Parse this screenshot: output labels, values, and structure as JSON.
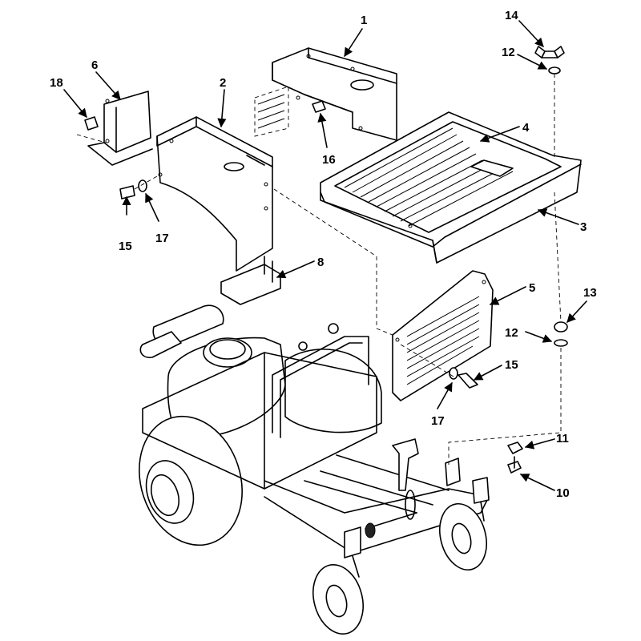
{
  "diagram": {
    "callouts": [
      {
        "id": "c1",
        "label": "1"
      },
      {
        "id": "c2",
        "label": "2"
      },
      {
        "id": "c3",
        "label": "3"
      },
      {
        "id": "c4",
        "label": "4"
      },
      {
        "id": "c5",
        "label": "5"
      },
      {
        "id": "c6",
        "label": "6"
      },
      {
        "id": "c8",
        "label": "8"
      },
      {
        "id": "c10",
        "label": "10"
      },
      {
        "id": "c11",
        "label": "11"
      },
      {
        "id": "c12a",
        "label": "12"
      },
      {
        "id": "c12b",
        "label": "12"
      },
      {
        "id": "c13",
        "label": "13"
      },
      {
        "id": "c14",
        "label": "14"
      },
      {
        "id": "c15a",
        "label": "15"
      },
      {
        "id": "c15b",
        "label": "15"
      },
      {
        "id": "c16",
        "label": "16"
      },
      {
        "id": "c17a",
        "label": "17"
      },
      {
        "id": "c17b",
        "label": "17"
      },
      {
        "id": "c18",
        "label": "18"
      }
    ]
  }
}
